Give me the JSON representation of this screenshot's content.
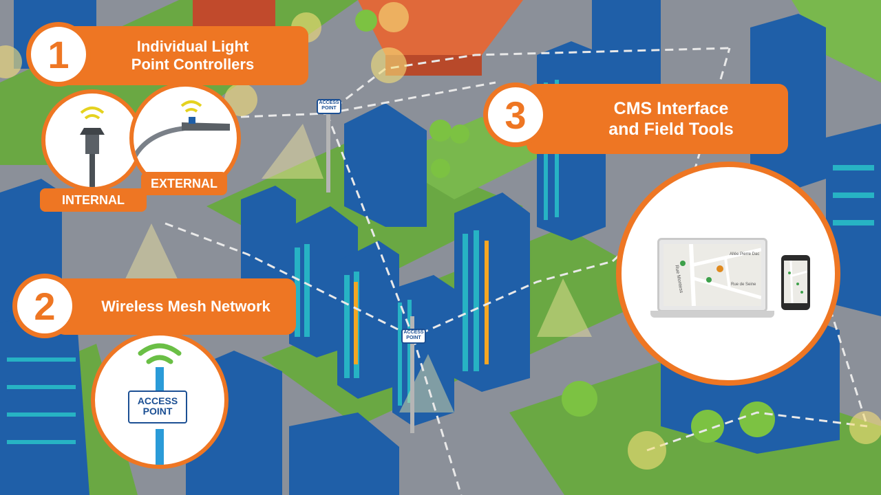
{
  "step1": {
    "number": "1",
    "line1": "Individual Light",
    "line2": "Point Controllers",
    "internal_label": "INTERNAL",
    "external_label": "EXTERNAL"
  },
  "step2": {
    "number": "2",
    "title": "Wireless Mesh Network",
    "sign_line1": "ACCESS",
    "sign_line2": "POINT"
  },
  "step3": {
    "number": "3",
    "line1": "CMS Interface",
    "line2": "and Field Tools"
  },
  "map": {
    "street1": "Rue Montess",
    "street2": "Allée Pierre Dac",
    "street3": "Rue de Seine"
  },
  "city_sign": {
    "line1": "ACCESS",
    "line2": "POINT"
  },
  "colors": {
    "accent": "#ee7623",
    "building_blue": "#1f5fa8",
    "grass": "#6aa843",
    "road": "#8a8f99"
  }
}
